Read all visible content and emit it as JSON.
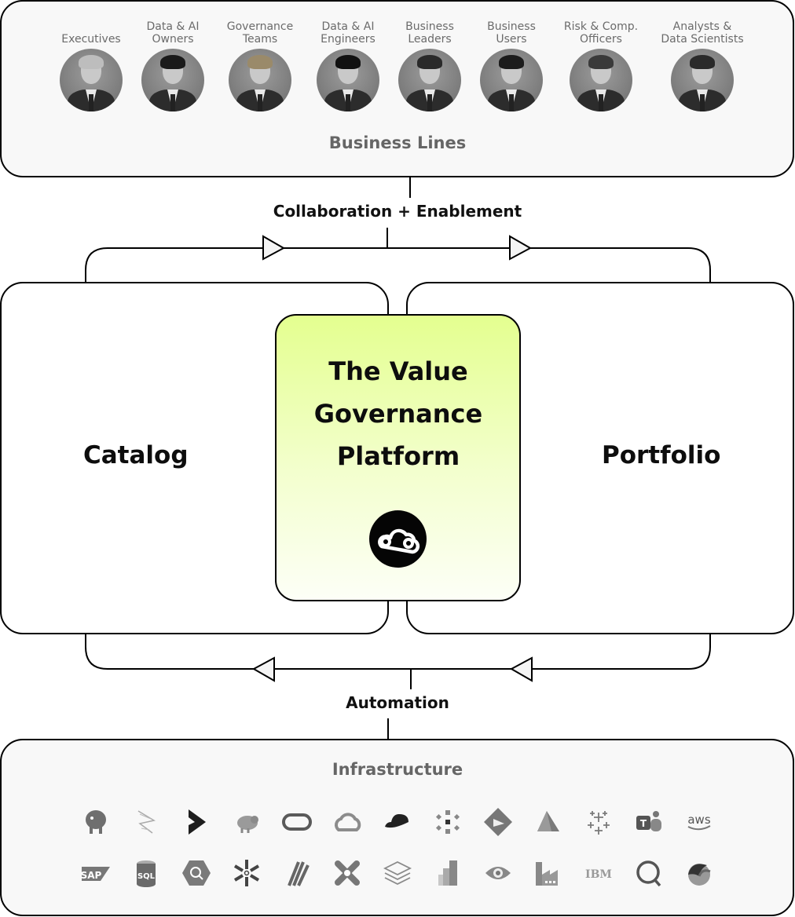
{
  "business_lines": {
    "title": "Business Lines",
    "personas": [
      {
        "label": "Executives",
        "icon": "executive-portrait"
      },
      {
        "label": "Data & AI\nOwners",
        "icon": "data-ai-owner-portrait"
      },
      {
        "label": "Governance\nTeams",
        "icon": "governance-team-portrait"
      },
      {
        "label": "Data & AI\nEngineers",
        "icon": "data-ai-engineer-portrait"
      },
      {
        "label": "Business\nLeaders",
        "icon": "business-leader-portrait"
      },
      {
        "label": "Business\nUsers",
        "icon": "business-user-portrait"
      },
      {
        "label": "Risk & Comp.\nOfficers",
        "icon": "risk-compliance-officer-portrait"
      },
      {
        "label": "Analysts &\nData Scientists",
        "icon": "analyst-data-scientist-portrait"
      }
    ]
  },
  "flows": {
    "top": "Collaboration + Enablement",
    "bottom": "Automation"
  },
  "pillars": {
    "left": "Catalog",
    "right": "Portfolio"
  },
  "core": {
    "title_lines": [
      "The Value",
      "Governance",
      "Platform"
    ],
    "logo_icon": "cloud-logo-icon",
    "accent_color": "#e4ff8f"
  },
  "infrastructure": {
    "title": "Infrastructure",
    "row1": [
      "postgresql-icon",
      "sql-server-icon",
      "dynamics-365-icon",
      "hadoop-icon",
      "oracle-icon",
      "google-cloud-icon",
      "redhat-icon",
      "looker-icon",
      "power-automate-icon",
      "azure-icon",
      "tableau-icon",
      "teams-icon",
      "aws-icon"
    ],
    "row2": [
      "sap-icon",
      "azure-sql-icon",
      "bigquery-icon",
      "snowflake-icon",
      "alteryx-icon",
      "dbt-icon",
      "databricks-icon",
      "power-bi-icon",
      "purview-icon",
      "data-factory-icon",
      "ibm-icon",
      "qlik-icon",
      "fabric-icon"
    ],
    "text_labels": {
      "sap": "SAP",
      "sql": "SQL",
      "ibm": "IBM",
      "aws": "aws"
    }
  }
}
